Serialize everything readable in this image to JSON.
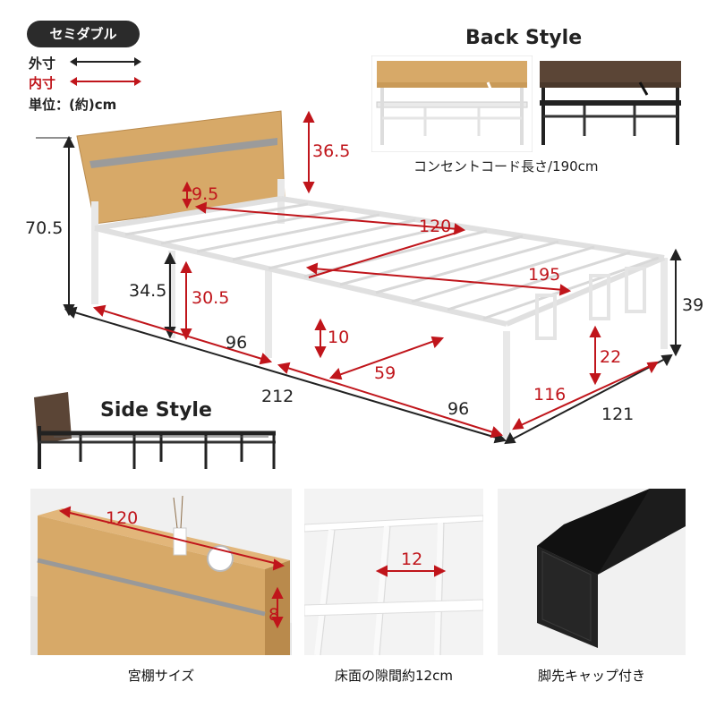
{
  "badge": "セミダブル",
  "legend": {
    "outer": "外寸",
    "inner": "内寸",
    "unit": "単位：(約)cm"
  },
  "back_style": {
    "title": "Back Style",
    "cord": "コンセントコード長さ/190cm"
  },
  "side_style": {
    "title": "Side Style"
  },
  "dims_outer": {
    "height_total": "70.5",
    "clearance": "34.5",
    "side_height": "39",
    "length": "212",
    "width": "121",
    "half_left": "96",
    "half_right": "96"
  },
  "dims_inner": {
    "headboard": "36.5",
    "shelf_depth": "9.5",
    "inner_width": "120",
    "inner_length": "195",
    "under_height": "30.5",
    "leg_gap": "10",
    "span": "59",
    "under_height_2": "22",
    "inner_width_2": "116"
  },
  "photos": [
    {
      "caption": "宮棚サイズ",
      "dim_a": "120",
      "dim_b": "8"
    },
    {
      "caption": "床面の隙間約12cm",
      "dim_a": "12"
    },
    {
      "caption": "脚先キャップ付き"
    }
  ],
  "colors": {
    "red": "#c0151b",
    "wood": "#d7a968",
    "frame": "#f4f4f4",
    "dark": "#2b2b2b"
  }
}
